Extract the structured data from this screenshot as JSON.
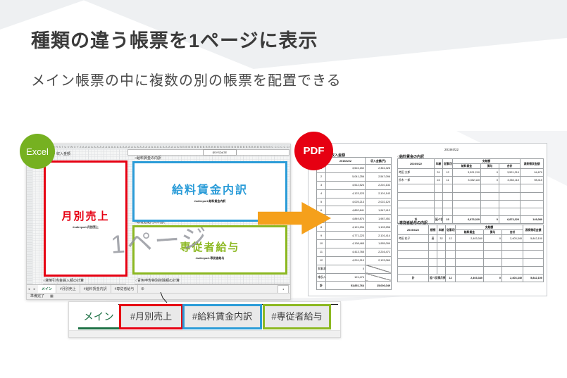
{
  "header": {
    "title": "種類の違う帳票を1ページに表示",
    "subtitle": "メイン帳票の中に複数の別の帳票を配置できる"
  },
  "badges": {
    "excel": "Excel",
    "pdf": "PDF"
  },
  "colors": {
    "red": "#e60012",
    "blue": "#2b9cd8",
    "green": "#8cb821",
    "excel_badge": "#76b121",
    "pdf_badge": "#e60012",
    "arrow": "#f5a01b",
    "excel_tab_green": "#1e7145"
  },
  "excel": {
    "columns": "JKLMNOPQRSTUVWXYZAAAAAAAAAAAAAAAAAAAAAAAAAAAAAAAAAABBBBBBBBBBBBBBBBBBBBBBBBBBBBBBBBCCCCCCCCCCCCCCCCCCCCCCCCCCCCCC",
    "sysdate": "$SYSDATE",
    "labels": {
      "monthly": "○月別売上・収入金額",
      "salary": "○給料賃金の内訳",
      "family": "○専従者給与の内訳",
      "allowance": "○貸倒引当金繰入額の計算",
      "deduction": "○青色申告特別控除額の計算"
    },
    "regions": {
      "monthly": {
        "title": "月別売上",
        "tag": "#sdireport.月別売上"
      },
      "salary": {
        "title": "給料賃金内訳",
        "tag": "#sdireport.給料賃金内訳"
      },
      "family": {
        "title": "専従者給与",
        "tag": "#sdireport.専従者給与"
      }
    },
    "watermark": "1ページ",
    "sheet_tabs": [
      "メイン",
      "#月別売上",
      "#給料賃金内訳",
      "#専従者給与"
    ],
    "icons": {
      "prev": "◂",
      "next": "▸",
      "add": "⊕",
      "scroll": "◂",
      "status_grid": "▦"
    },
    "status": "準備完了"
  },
  "pdf": {
    "date": "2019/4/22",
    "monthly": {
      "title": "○月別売上・収入金額",
      "cols": [
        "月",
        "2019/4/22",
        "収入金額(円)"
      ],
      "rows": [
        [
          "1",
          "3,524,152",
          "2,361,326"
        ],
        [
          "2",
          "5,041,256",
          "2,547,096"
        ],
        [
          "3",
          "4,512,524",
          "2,210,132"
        ],
        [
          "4",
          "4,123,123",
          "2,101,143"
        ],
        [
          "5",
          "4,025,213",
          "2,022,120"
        ],
        [
          "6",
          "4,852,841",
          "1,947,412"
        ],
        [
          "7",
          "4,849,874",
          "1,987,451"
        ],
        [
          "8",
          "4,121,294",
          "1,103,256"
        ],
        [
          "9",
          "4,771,223",
          "2,101,414"
        ],
        [
          "10",
          "4,138,465",
          "1,955,099"
        ],
        [
          "11",
          "4,413,765",
          "2,216,471"
        ],
        [
          "12",
          "4,291,210",
          "2,123,069"
        ],
        [
          "家事消費",
          "0",
          "/"
        ],
        [
          "雑収入",
          "121,474",
          "/"
        ],
        [
          "計",
          "53,851,764",
          "25,006,049"
        ]
      ]
    },
    "salary": {
      "title": "○給料賃金の内訳",
      "head": {
        "name": "2019/4/22",
        "age": "年齢",
        "months": "従事月数",
        "pay": "支給額",
        "salary": "給料賃金",
        "bonus": "賞与",
        "total": "合計",
        "tax": "源泉徴収金額"
      },
      "rows": [
        [
          "時田 太郎",
          "31",
          "12",
          "3,521,210",
          "0",
          "3,521,210",
          "94,670"
        ],
        [
          "鈴木 一郎",
          "24",
          "11",
          "3,352,110",
          "0",
          "3,352,110",
          "98,410"
        ],
        [
          "",
          "",
          "",
          "",
          "",
          "",
          ""
        ],
        [
          "",
          "",
          "",
          "",
          "",
          "",
          ""
        ],
        [
          "",
          "",
          "",
          "",
          "",
          "",
          ""
        ],
        [
          "",
          "",
          "",
          "",
          "",
          "",
          ""
        ]
      ],
      "total": {
        "label": "計",
        "months_label": "延べ従事月数",
        "months": "23",
        "salary": "6,873,320",
        "bonus": "0",
        "total": "6,873,320",
        "tax": "149,080"
      }
    },
    "family": {
      "title": "○専従者給与の内訳",
      "head": {
        "name": "2019/4/22",
        "rel": "続柄",
        "age": "年齢",
        "months": "従事月数",
        "pay": "支給額",
        "salary": "給料賃金",
        "bonus": "賞与",
        "total": "合計",
        "tax": "源泉徴収金額"
      },
      "rows": [
        [
          "時田 花子",
          "妻",
          "32",
          "12",
          "2,403,340",
          "0",
          "2,403,340",
          "5,842,100"
        ],
        [
          "",
          "",
          "",
          "",
          "",
          "",
          "",
          ""
        ],
        [
          "",
          "",
          "",
          "",
          "",
          "",
          "",
          ""
        ],
        [
          "",
          "",
          "",
          "",
          "",
          "",
          "",
          ""
        ],
        [
          "",
          "",
          "",
          "",
          "",
          "",
          "",
          ""
        ]
      ],
      "total": {
        "label": "計",
        "months_label": "延べ従事月数",
        "months": "12",
        "salary": "2,403,340",
        "bonus": "0",
        "total": "2,403,340",
        "tax": "5,842,100"
      }
    }
  },
  "zoom_bar": {
    "tabs": [
      {
        "label": "メイン"
      },
      {
        "label": "#月別売上"
      },
      {
        "label": "#給料賃金内訳"
      },
      {
        "label": "#専従者給与"
      }
    ]
  }
}
